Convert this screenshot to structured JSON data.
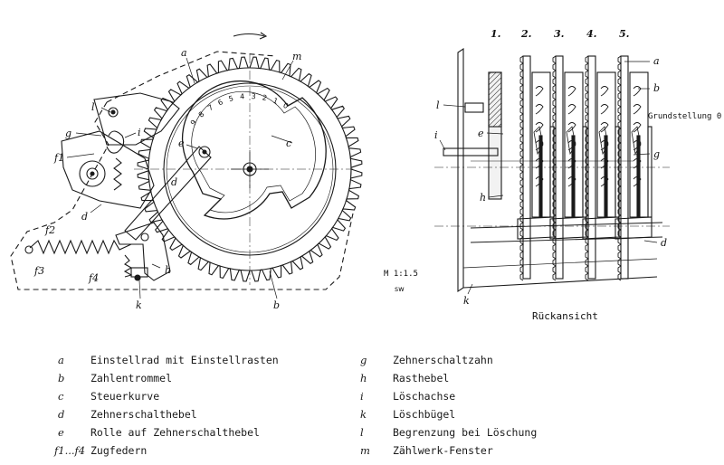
{
  "left_view": {
    "labels": {
      "a": "a",
      "m": "m",
      "l": "l",
      "g": "g",
      "i": "i",
      "f1": "f1",
      "e": "e",
      "c": "c",
      "d_upper": "d",
      "d_lower": "d",
      "f2": "f2",
      "f3": "f3",
      "f4": "f4",
      "h": "h",
      "k": "k",
      "b": "b"
    },
    "digits": [
      "9",
      "8",
      "7",
      "6",
      "5",
      "4",
      "3",
      "2",
      "1",
      "0"
    ],
    "scale": "M 1:1.5",
    "scale_mark": "sw"
  },
  "right_view": {
    "columns": [
      "1.",
      "2.",
      "3.",
      "4.",
      "5."
    ],
    "labels": {
      "a": "a",
      "b": "b",
      "l": "l",
      "i": "i",
      "e": "e",
      "h": "h",
      "g": "g",
      "d": "d",
      "k": "k"
    },
    "grundstellung": "Grundstellung 0",
    "caption": "Rückansicht"
  },
  "legend_left": [
    {
      "key": "a",
      "text": "Einstellrad mit Einstellrasten"
    },
    {
      "key": "b",
      "text": "Zahlentrommel"
    },
    {
      "key": "c",
      "text": "Steuerkurve"
    },
    {
      "key": "d",
      "text": "Zehnerschalthebel"
    },
    {
      "key": "e",
      "text": "Rolle auf Zehnerschalthebel"
    },
    {
      "key": "f1...f4",
      "text": "Zugfedern"
    }
  ],
  "legend_right": [
    {
      "key": "g",
      "text": "Zehnerschaltzahn"
    },
    {
      "key": "h",
      "text": "Rasthebel"
    },
    {
      "key": "i",
      "text": "Löschachse"
    },
    {
      "key": "k",
      "text": "Löschbügel"
    },
    {
      "key": "l",
      "text": "Begrenzung bei Löschung"
    },
    {
      "key": "m",
      "text": "Zählwerk-Fenster"
    }
  ]
}
